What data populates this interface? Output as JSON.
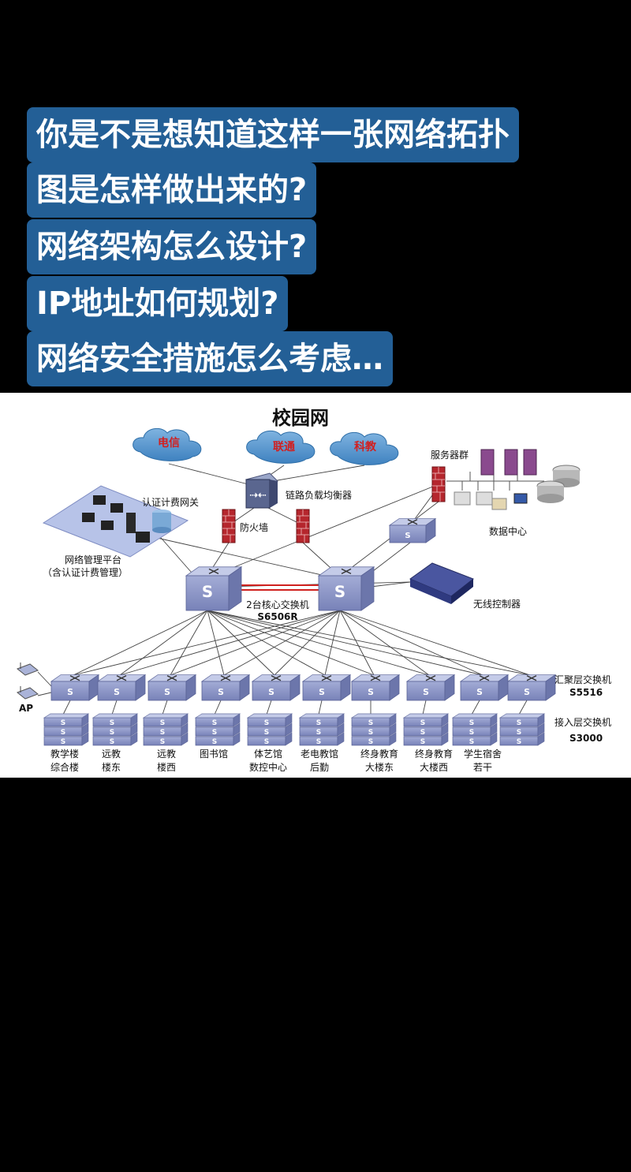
{
  "caption": {
    "lines": [
      "你是不是想知道这样一张网络拓扑",
      "图是怎样做出来的?",
      "网络架构怎么设计?",
      "IP地址如何规划?",
      "网络安全措施怎么考虑…"
    ]
  },
  "diagram": {
    "title": "校园网",
    "clouds": [
      "电信",
      "联通",
      "科教"
    ],
    "load_balancer": "链路负载均衡器",
    "firewall": "防火墙",
    "auth_gateway": "认证计费网关",
    "mgmt_platform": "网络管理平台",
    "mgmt_platform_note": "（含认证计费管理）",
    "server_group": "服务器群",
    "data_center": "数据中心",
    "core_label": "2台核心交换机",
    "core_model": "S6506R",
    "wireless_controller": "无线控制器",
    "switch_glyph": "S",
    "ap_label": "AP",
    "aggregation_label": "汇聚层交换机",
    "aggregation_model": "S5516",
    "access_label": "接入层交换机",
    "access_model": "S3000",
    "buildings": [
      [
        "教学楼",
        "综合楼"
      ],
      [
        "远教",
        "楼东"
      ],
      [
        "远教",
        "楼西"
      ],
      [
        "图书馆",
        ""
      ],
      [
        "体艺馆",
        "数控中心"
      ],
      [
        "老电教馆",
        "后勤"
      ],
      [
        "终身教育",
        "大楼东"
      ],
      [
        "终身教育",
        "大楼西"
      ],
      [
        "学生宿舍",
        "若干"
      ]
    ]
  },
  "colors": {
    "caption_bg": "#235f96",
    "switch_face": "#8d97c6",
    "switch_top": "#c4cbe8",
    "firewall": "#b5262d",
    "core_link": "#d0221f",
    "cloud": "#4a8ec7"
  }
}
